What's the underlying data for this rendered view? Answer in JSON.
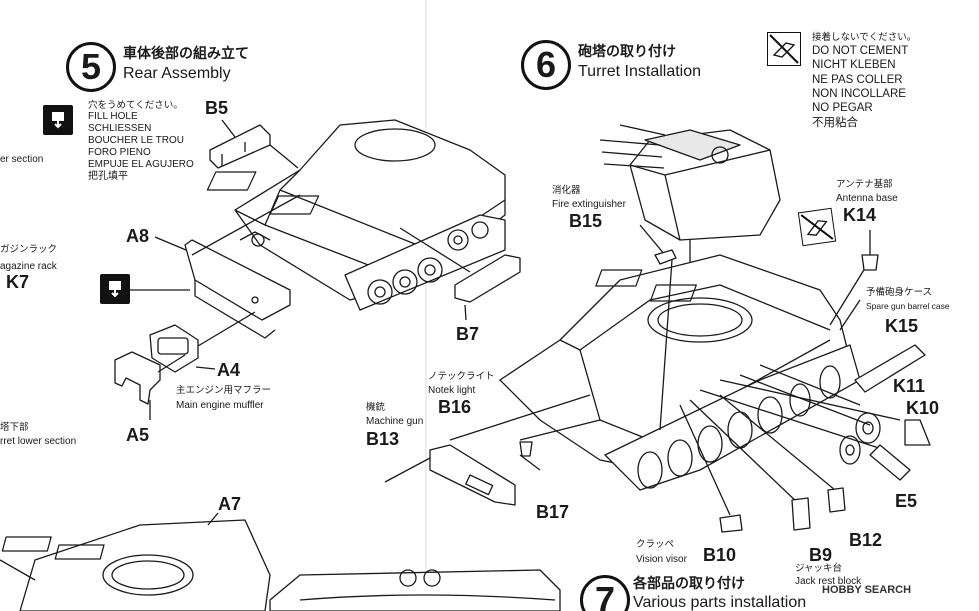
{
  "step5": {
    "number": "5",
    "title_ja": "車体後部の組み立て",
    "title_en": "Rear Assembly",
    "fill_hole": [
      "穴をうめてください。",
      "FILL HOLE",
      "SCHLIESSEN",
      "BOUCHER LE TROU",
      "FORO PIENO",
      "EMPUJE EL AGUJERO",
      "把孔填平"
    ],
    "side_note_1": "er section",
    "side_note_2_ja": "ガジンラック",
    "side_note_2_en": "agazine rack",
    "side_note_3_ja": "塔下部",
    "side_note_3_en": "rret lower section",
    "muffler_ja": "主エンジン用マフラー",
    "muffler_en": "Main engine muffler",
    "parts": {
      "b5": "B5",
      "a8": "A8",
      "k7": "K7",
      "a4": "A4",
      "a5": "A5",
      "b7": "B7",
      "a7": "A7"
    }
  },
  "step6": {
    "number": "6",
    "title_ja": "砲塔の取り付け",
    "title_en": "Turret Installation",
    "do_not_cement": [
      "接着しないでください。",
      "DO NOT CEMENT",
      "NICHT KLEBEN",
      "NE PAS COLLER",
      "NON INCOLLARE",
      "NO PEGAR",
      "不用粘合"
    ],
    "extinguisher_ja": "消化器",
    "extinguisher_en": "Fire extinguisher",
    "antenna_ja": "アンテナ基部",
    "antenna_en": "Antenna base",
    "barrel_case_ja": "予備砲身ケース",
    "barrel_case_en": "Spare gun barrel case",
    "notek_ja": "ノテックライト",
    "notek_en": "Notek light",
    "mg_ja": "機銃",
    "mg_en": "Machine gun",
    "visor_ja": "クラッペ",
    "visor_en": "Vision visor",
    "jack_ja": "ジャッキ台",
    "jack_en": "Jack rest block",
    "parts": {
      "b15": "B15",
      "k14": "K14",
      "k15": "K15",
      "k11": "K11",
      "k10": "K10",
      "e5": "E5",
      "b16": "B16",
      "b13": "B13",
      "b17": "B17",
      "b10": "B10",
      "b9": "B9",
      "b12": "B12"
    }
  },
  "step7": {
    "number": "7",
    "title_ja": "各部品の取り付け",
    "title_en": "Various parts installation"
  },
  "watermark": "HOBBY SEARCH",
  "colors": {
    "ink": "#1a1a1a",
    "paper": "#ffffff",
    "grey": "#c8c8c8"
  }
}
